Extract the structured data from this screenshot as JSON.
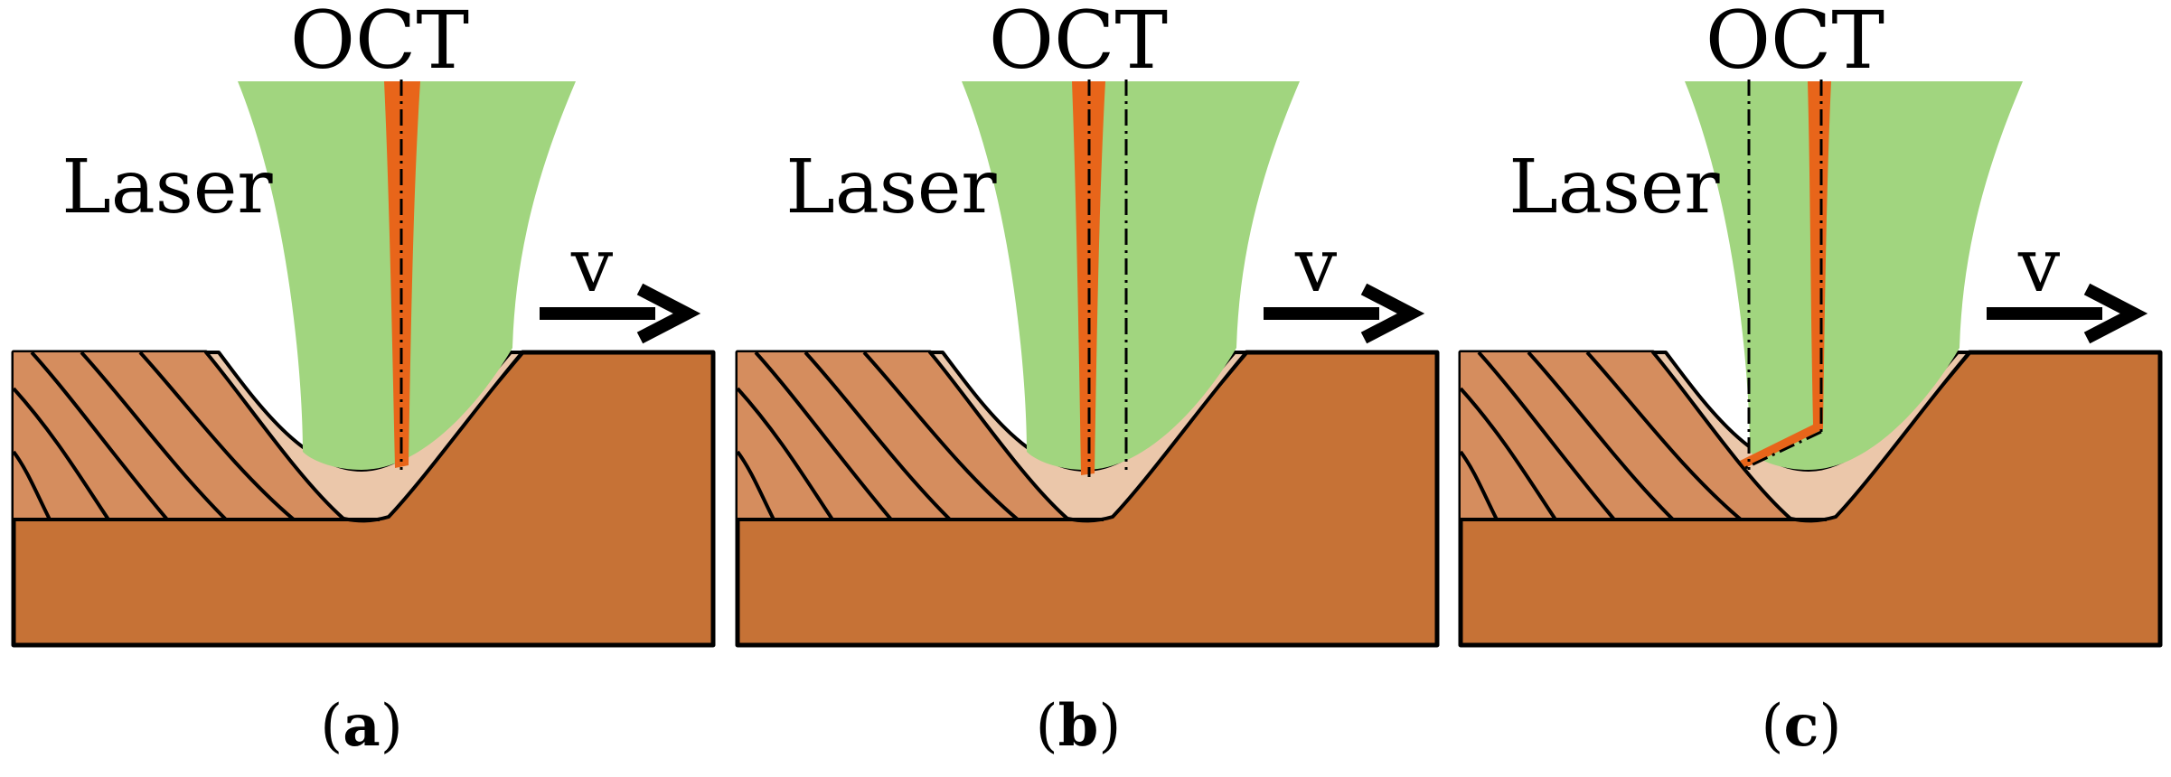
{
  "panels": [
    {
      "caption_open": "(",
      "caption_letter": "a",
      "caption_close": ")",
      "oct_label": "OCT",
      "laser_label": "Laser",
      "velocity_label": "v"
    },
    {
      "caption_open": "(",
      "caption_letter": "b",
      "caption_close": ")",
      "oct_label": "OCT",
      "laser_label": "Laser",
      "velocity_label": "v"
    },
    {
      "caption_open": "(",
      "caption_letter": "c",
      "caption_close": ")",
      "oct_label": "OCT",
      "laser_label": "Laser",
      "velocity_label": "v"
    }
  ],
  "colors": {
    "laser_beam": "#A1D57F",
    "oct_beam": "#E8651A",
    "substrate": "#C67236",
    "weld_seam": "#D58D5E",
    "melt_pool": "#EBC7AA",
    "outline": "#000000"
  }
}
